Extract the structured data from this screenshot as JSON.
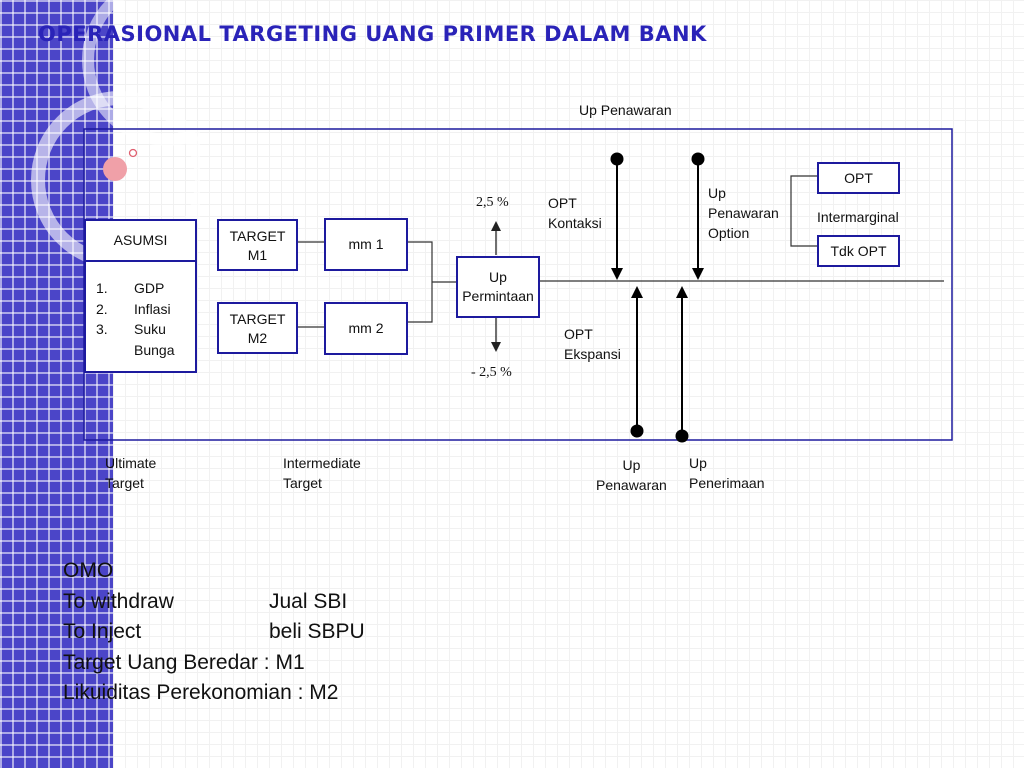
{
  "title": "Operasional Targeting Uang Primer dalam Bank",
  "diagram": {
    "top_label": "Up Penawaran",
    "asumsi": {
      "header": "ASUMSI",
      "numbers": [
        "1.",
        "2.",
        "3."
      ],
      "items": [
        "GDP",
        "Inflasi",
        "Suku",
        "Bunga"
      ]
    },
    "target_m1": [
      "TARGET",
      "M1"
    ],
    "target_m2": [
      "TARGET",
      "M2"
    ],
    "mm1": "mm 1",
    "mm2": "mm 2",
    "up_permintaan": [
      "Up",
      "Permintaan"
    ],
    "plus_pct": "2,5 %",
    "minus_pct": "- 2,5 %",
    "opt_kontaksi": [
      "OPT",
      "Kontaksi"
    ],
    "opt_ekspansi": [
      "OPT",
      "Ekspansi"
    ],
    "up_penawaran_option": [
      "Up",
      "Penawaran",
      "Option"
    ],
    "opt": "OPT",
    "intermarginal": "Intermarginal",
    "tdk_opt": "Tdk OPT",
    "ultimate_target": [
      "Ultimate",
      "Target"
    ],
    "intermediate_target": [
      "Intermediate",
      "Target"
    ],
    "up_penawaran_bottom": [
      "Up",
      "Penawaran"
    ],
    "up_penerimaan": [
      "Up",
      "Penerimaan"
    ]
  },
  "notes": {
    "omo": "OMO",
    "rows": [
      {
        "key": "To withdraw",
        "value": "Jual SBI"
      },
      {
        "key": "To Inject",
        "value": "beli SBPU"
      }
    ],
    "line1": "Target Uang Beredar : M1",
    "line2": "Likuiditas Perekonomian : M2"
  },
  "colors": {
    "sidebar": "#4b45c8",
    "box_border": "#1d1a9e",
    "title": "#2a23b8"
  }
}
